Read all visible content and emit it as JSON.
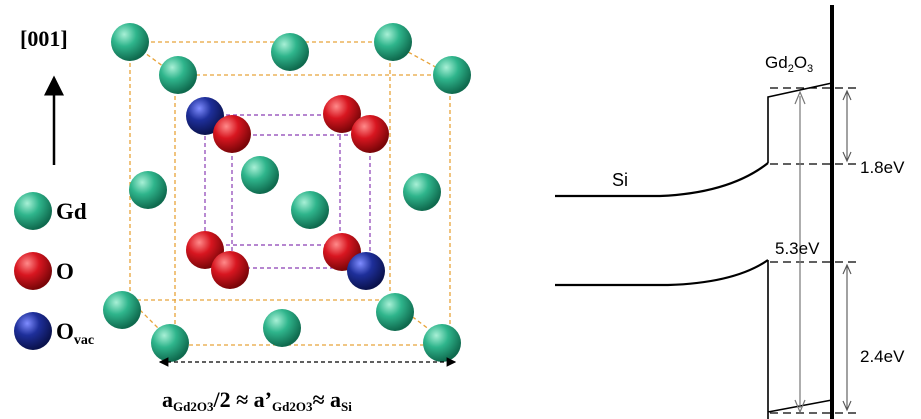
{
  "crystal": {
    "direction_label": "[001]",
    "legend": [
      {
        "label": "Gd",
        "sub": "",
        "color": "#2fb58c"
      },
      {
        "label": "O",
        "sub": "",
        "color": "#d81620"
      },
      {
        "label": "O",
        "sub": "vac",
        "color": "#1e2f9a"
      }
    ],
    "formula": {
      "a1": "a",
      "s1": "Gd2O3",
      "t1": "/2 ≈ ",
      "a2": "a’",
      "s2": "Gd2O3",
      "t2": "≈ ",
      "a3": "a",
      "s3": "Si"
    },
    "colors": {
      "gd": "#2fb58c",
      "o": "#d81620",
      "ovac": "#1e2f9a",
      "outer_frame": "#e8a33a",
      "inner_frame": "#8a3db5"
    }
  },
  "band": {
    "si_label": "Si",
    "oxide_label": {
      "main1": "Gd",
      "sub1": "2",
      "main2": "O",
      "sub2": "3"
    },
    "gap_label": "5.3eV",
    "cb_offset_label": "1.8eV",
    "vb_offset_label": "2.4eV"
  }
}
